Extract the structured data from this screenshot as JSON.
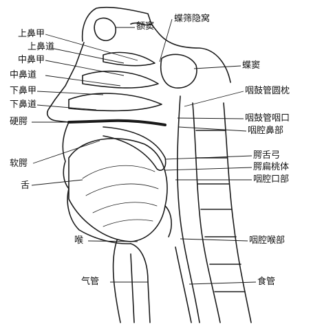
{
  "labels": {
    "ethmoid_recess": "蝶筛隐窝",
    "frontal_sinus": "额窦",
    "superior_turbinate": "上鼻甲",
    "superior_meatus": "上鼻道",
    "middle_turbinate": "中鼻甲",
    "middle_meatus": "中鼻道",
    "inferior_turbinate": "下鼻甲",
    "inferior_meatus": "下鼻道",
    "hard_palate": "硬腭",
    "soft_palate": "软腭",
    "tongue": "舌",
    "larynx": "喉",
    "trachea": "气管",
    "sphenoid_sinus": "蝶窦",
    "torus_tubarius": "咽鼓管圆枕",
    "tube_opening": "咽鼓管咽口",
    "nasopharynx": "咽腔鼻部",
    "palatoglossal_arch": "腭舌弓",
    "palatine_tonsil": "腭扁桃体",
    "oropharynx": "咽腔口部",
    "laryngopharynx": "咽腔喉部",
    "esophagus": "食管"
  },
  "colors": {
    "ink": "#1a1a1a",
    "paper": "#ffffff"
  }
}
